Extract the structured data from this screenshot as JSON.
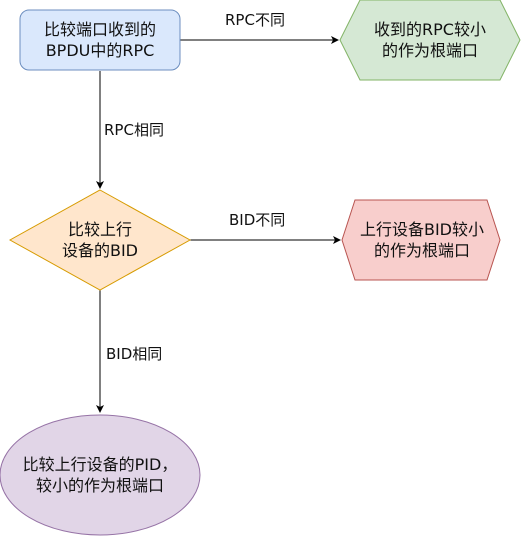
{
  "nodes": {
    "start": {
      "text": "比较端口收到的\nBPDU中的RPC",
      "fill": "#dae8fc",
      "stroke": "#6c8ebf"
    },
    "rpc_result": {
      "text": "收到的RPC较小\n的作为根端口",
      "fill": "#d5e8d4",
      "stroke": "#82b366"
    },
    "bid_decision": {
      "text": "比较上行\n设备的BID",
      "fill": "#ffe6cc",
      "stroke": "#d79b00"
    },
    "bid_result": {
      "text": "上行设备BID较小\n的作为根端口",
      "fill": "#f8cecc",
      "stroke": "#b85450"
    },
    "pid_result": {
      "text": "比较上行设备的PID，\n较小的作为根端口",
      "fill": "#e1d5e7",
      "stroke": "#9673a6"
    }
  },
  "edges": {
    "rpc_differ": "RPC不同",
    "rpc_same": "RPC相同",
    "bid_differ": "BID不同",
    "bid_same": "BID相同"
  },
  "colors": {
    "edge": "#000000"
  }
}
